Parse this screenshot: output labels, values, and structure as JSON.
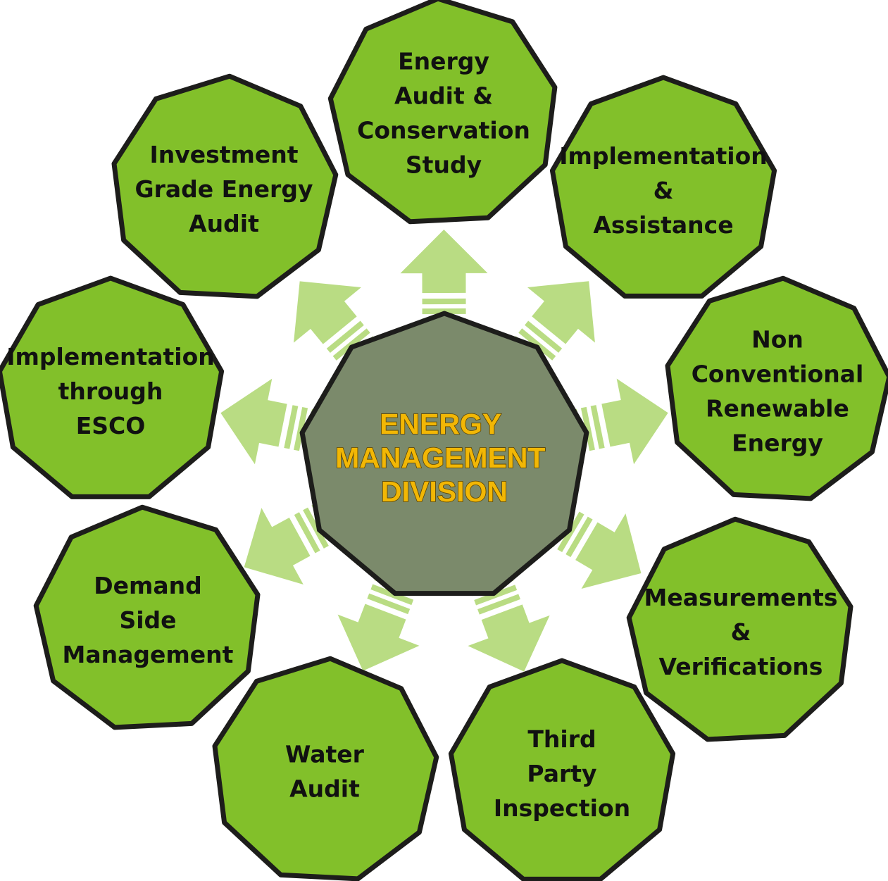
{
  "colors": {
    "node_fill": "#82c02a",
    "node_stroke": "#1d1d1b",
    "hub_fill": "#7b8a6b",
    "hub_text": "#f2b705",
    "arrow_fill": "#b9dc83"
  },
  "hub": {
    "lines": [
      "ENERGY",
      "MANAGEMENT",
      "DIVISION"
    ]
  },
  "nodes": [
    {
      "id": "energy-audit",
      "lines": [
        "Energy",
        "Audit &",
        "Conservation",
        "Study"
      ]
    },
    {
      "id": "implementation-assistance",
      "lines": [
        "Implementation",
        "&",
        "Assistance"
      ]
    },
    {
      "id": "non-conventional",
      "lines": [
        "Non",
        "Conventional",
        "Renewable",
        "Energy"
      ]
    },
    {
      "id": "measurements",
      "lines": [
        "Measurements",
        "&",
        "Verifications"
      ]
    },
    {
      "id": "third-party",
      "lines": [
        "Third",
        "Party",
        "Inspection"
      ]
    },
    {
      "id": "water-audit",
      "lines": [
        "Water",
        "Audit"
      ]
    },
    {
      "id": "demand-side",
      "lines": [
        "Demand",
        "Side",
        "Management"
      ]
    },
    {
      "id": "esco",
      "lines": [
        "Implementation",
        "through",
        "ESCO"
      ]
    },
    {
      "id": "investment-grade",
      "lines": [
        "Investment",
        "Grade Energy",
        "Audit"
      ]
    }
  ]
}
